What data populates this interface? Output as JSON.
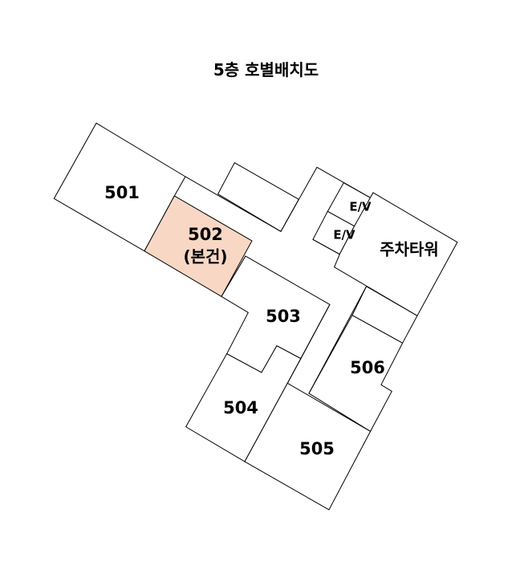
{
  "title": "5층 호별배치도",
  "highlight_color": "#f8d8c4",
  "rooms": {
    "r501": "501",
    "r502": "502",
    "r502_note": "(본건)",
    "r503": "503",
    "r504": "504",
    "r505": "505",
    "r506": "506",
    "ev1": "E/V",
    "ev2": "E/V",
    "tower": "주차타워"
  }
}
